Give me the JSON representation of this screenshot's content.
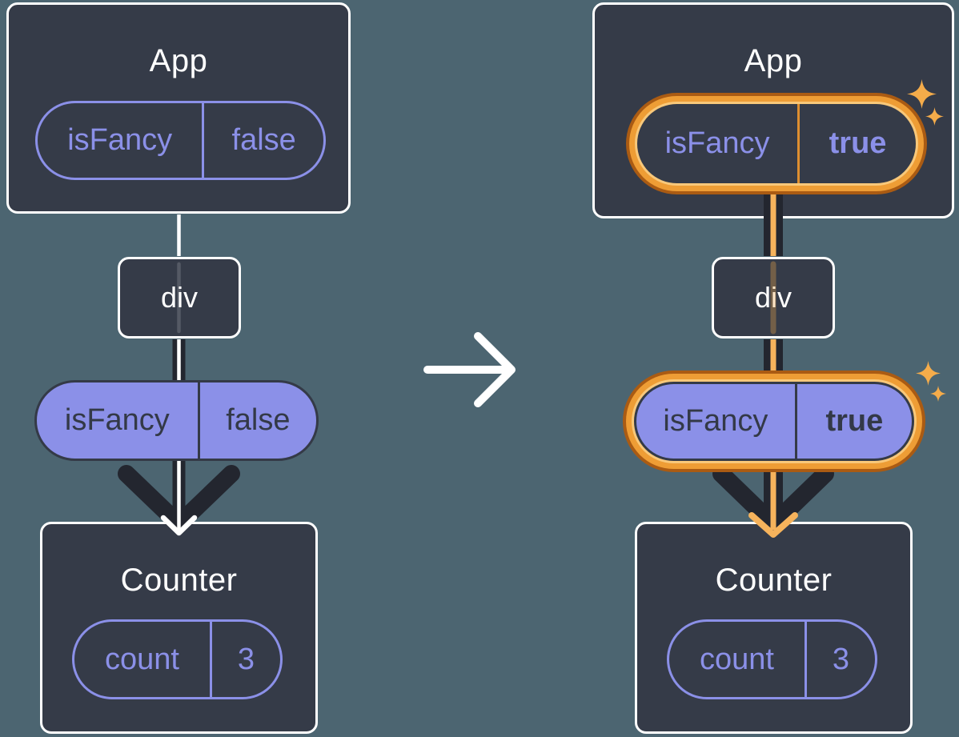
{
  "diagram": {
    "description": "prop passing tree before and after isFancy toggles",
    "before": {
      "app": {
        "title": "App",
        "prop": {
          "name": "isFancy",
          "value": "false"
        }
      },
      "div": {
        "label": "div"
      },
      "passed_prop": {
        "name": "isFancy",
        "value": "false"
      },
      "counter": {
        "title": "Counter",
        "state": {
          "name": "count",
          "value": "3"
        }
      }
    },
    "after": {
      "app": {
        "title": "App",
        "prop": {
          "name": "isFancy",
          "value": "true"
        }
      },
      "div": {
        "label": "div"
      },
      "passed_prop": {
        "name": "isFancy",
        "value": "true"
      },
      "counter": {
        "title": "Counter",
        "state": {
          "name": "count",
          "value": "3"
        }
      }
    }
  },
  "colors": {
    "background": "#4c6571",
    "box_fill": "#353b48",
    "box_border": "#ffffff",
    "purple": "#8b90e8",
    "dark_text": "#333947",
    "dark_line": "#23262f",
    "amber_line": "#f6b35c",
    "ring_light": "#f8c87a",
    "ring_body": "#ee9d35",
    "ring_rim": "#aa5b13",
    "sparkle": "#f5ac4a"
  }
}
